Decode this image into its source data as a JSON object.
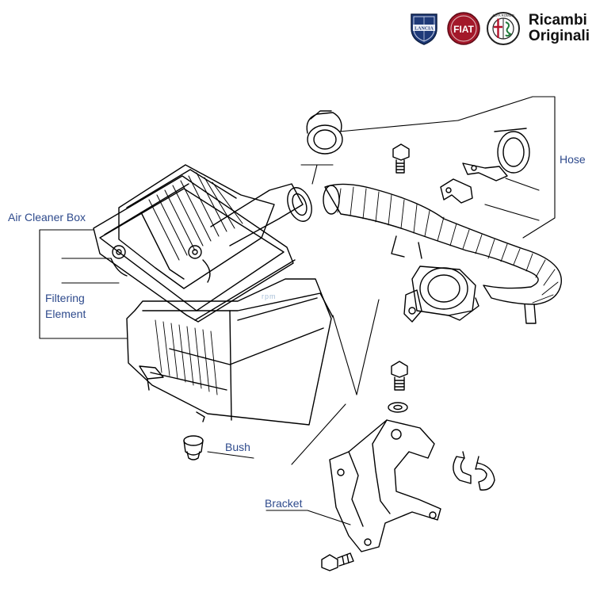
{
  "brand": {
    "line1": "Ricambi",
    "line2": "Originali",
    "emblems": [
      {
        "name": "lancia-emblem",
        "text": "LANCIA",
        "color": "#1f3a78"
      },
      {
        "name": "fiat-emblem",
        "text": "FIAT",
        "color": "#a3182a"
      },
      {
        "name": "alfa-romeo-emblem",
        "text": "ALFA ROMEO",
        "color": "#222222"
      }
    ]
  },
  "watermark": "rpm",
  "labels": {
    "air_cleaner_box": "Air Cleaner Box",
    "filtering_line1": "Filtering",
    "filtering_line2": "Element",
    "hose": "Hose",
    "bush": "Bush",
    "bracket": "Bracket"
  },
  "colors": {
    "label_text": "#2e4a8c",
    "line_art": "#000000"
  }
}
